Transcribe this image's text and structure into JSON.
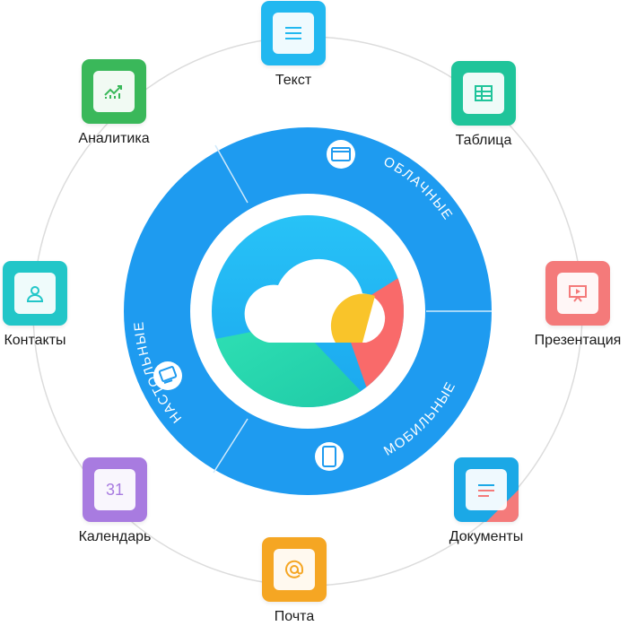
{
  "ring": {
    "cloud_label": "ОБЛАЧНЫЕ",
    "mobile_label": "МОБИЛЬНЫЕ",
    "desktop_label": "НАСТОЛЬНЫЕ"
  },
  "apps": {
    "text": {
      "label": "Текст",
      "icon": "document-text-icon",
      "color": "#22b8f0"
    },
    "table": {
      "label": "Таблица",
      "icon": "spreadsheet-icon",
      "color": "#1fc49a"
    },
    "presentation": {
      "label": "Презентация",
      "icon": "presentation-icon",
      "color": "#f47a7a"
    },
    "documents": {
      "label": "Документы",
      "icon": "documents-icon",
      "color": "#1ba8e6"
    },
    "mail": {
      "label": "Почта",
      "icon": "mail-at-icon",
      "color": "#f5a623"
    },
    "calendar": {
      "label": "Календарь",
      "icon": "calendar-icon",
      "color": "#a87be0",
      "day": "31"
    },
    "contacts": {
      "label": "Контакты",
      "icon": "contact-person-icon",
      "color": "#22c6c8"
    },
    "analytics": {
      "label": "Аналитика",
      "icon": "analytics-chart-icon",
      "color": "#3ab85a"
    }
  },
  "colors": {
    "ring_blue": "#1e9bf0",
    "orbit_gray": "#dcdcdc"
  }
}
